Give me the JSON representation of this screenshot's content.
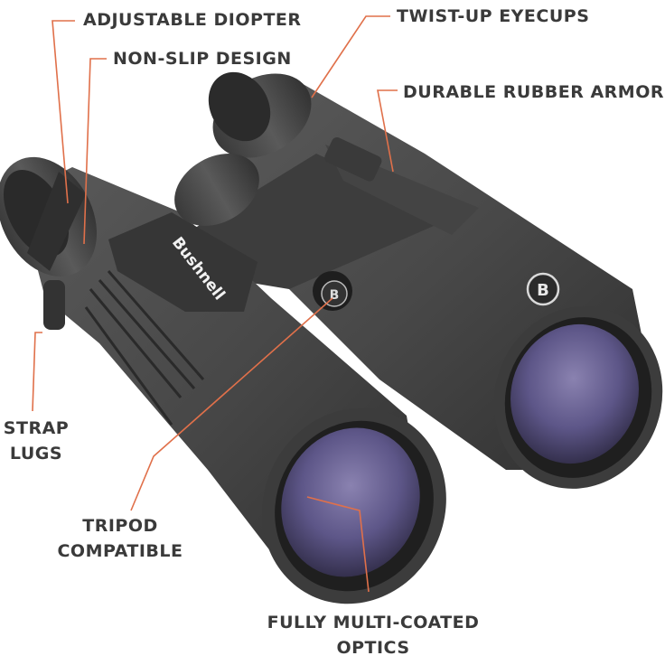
{
  "brand": "Bushnell",
  "brand_badge": "B",
  "colors": {
    "callout_line": "#e0704a",
    "label_text": "#3a3a3a",
    "body": "#4a4a4a",
    "body_dark": "#2e2e2e",
    "lens": "#5a5380"
  },
  "callouts": {
    "adjustable_diopter": "ADJUSTABLE DIOPTER",
    "non_slip_design": "NON-SLIP DESIGN",
    "twist_up_eyecups": "TWIST-UP EYECUPS",
    "durable_rubber_armor": "DURABLE RUBBER ARMOR",
    "strap_lugs_line1": "STRAP",
    "strap_lugs_line2": "LUGS",
    "tripod_line1": "TRIPOD",
    "tripod_line2": "COMPATIBLE",
    "optics_line1": "FULLY MULTI-COATED",
    "optics_line2": "OPTICS"
  }
}
